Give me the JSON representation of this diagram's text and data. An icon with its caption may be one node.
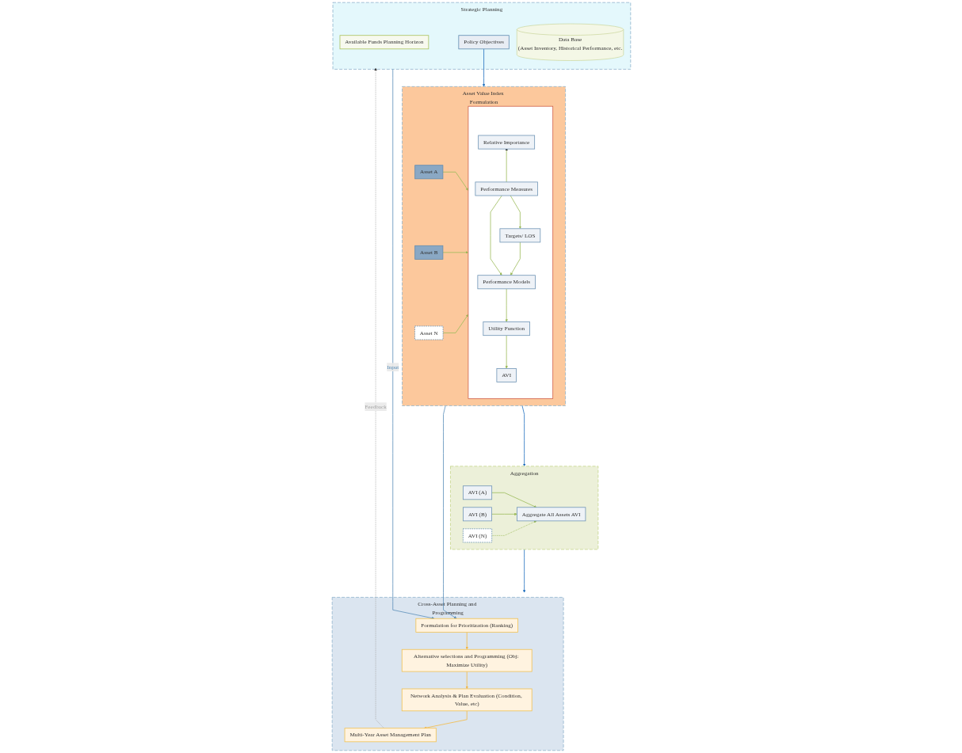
{
  "diagram": {
    "nodes": [
      {
        "text": [
          "Strategic Planning"
        ]
      },
      {
        "text": [
          "Available Funds Planning Horizon"
        ],
        "in": 0
      },
      {
        "text": [
          "Policy Objectives"
        ],
        "in": 0
      },
      {
        "text": [
          "Data Base",
          "(Asset Inventory, Historical Performance, etc."
        ],
        "in": 0
      },
      {
        "text": [
          "Asset Value Index Formulation"
        ]
      },
      {
        "text": [
          "Asset A"
        ],
        "in": 4
      },
      {
        "text": [
          "Asset B"
        ],
        "in": 4
      },
      {
        "text": [
          "Asset N"
        ],
        "in": 4
      },
      {
        "text": [],
        "shape": "box",
        "in": 4
      },
      {
        "text": [
          "Relative Importance"
        ],
        "in": 8
      },
      {
        "text": [
          "Performance Measures"
        ],
        "in": 8
      },
      {
        "text": [
          "Targets/ LOS"
        ],
        "in": 8
      },
      {
        "text": [
          "Performance Models"
        ],
        "in": 8
      },
      {
        "text": [
          "Utility Function"
        ],
        "in": 8
      },
      {
        "text": [
          "AVI"
        ],
        "in": 8
      },
      {
        "text": [
          "Aggregation"
        ]
      },
      {
        "text": [
          "AVI (A)"
        ],
        "in": 15
      },
      {
        "text": [
          "AVI (B)"
        ],
        "in": 15
      },
      {
        "text": [
          "AVI (N)"
        ],
        "in": 15
      },
      {
        "text": [
          "Aggregate All Assets AVI"
        ],
        "in": 15
      },
      {
        "text": [
          "Cross-Asset Planning and Programming"
        ]
      },
      {
        "text": [
          "Formulation for Prioritization (Ranking)"
        ],
        "in": 20
      },
      {
        "text": [
          "Alternative selections and Programming (Obj: Maximize Utility)"
        ],
        "in": 20
      },
      {
        "text": [
          "Network Analysis & Plan Evaluation (Condition, Value, etc)"
        ],
        "in": 20
      },
      {
        "text": [
          "Multi-Year Asset Management Plan"
        ],
        "in": 20
      }
    ],
    "edges": [
      {
        "from": 2,
        "to": 4,
        "arrow": "to",
        "color": "#1f6fbf"
      },
      {
        "from": 5,
        "to": 8,
        "arrow": "to"
      },
      {
        "from": 6,
        "to": 8,
        "arrow": "to"
      },
      {
        "from": 7,
        "to": 8,
        "arrow": "to"
      },
      {
        "from": 10,
        "to": 9,
        "arrow": "to"
      },
      {
        "from": 10,
        "to": 11,
        "arrow": "to"
      },
      {
        "from": 10,
        "to": 12,
        "arrow": "to"
      },
      {
        "from": 11,
        "to": 12,
        "arrow": "to"
      },
      {
        "from": 12,
        "to": 13,
        "arrow": "to"
      },
      {
        "from": 13,
        "to": 14,
        "arrow": "to"
      },
      {
        "from": 4,
        "to": 15,
        "arrow": "to",
        "color": "#1f6fbf"
      },
      {
        "from": 16,
        "to": 19,
        "arrow": "to"
      },
      {
        "from": 17,
        "to": 19,
        "arrow": "to"
      },
      {
        "from": 18,
        "to": 19,
        "arrow": "to",
        "style": "dashed"
      },
      {
        "from": 15,
        "to": 20,
        "arrow": "to",
        "color": "#1f6fbf"
      },
      {
        "from": 21,
        "to": 22,
        "arrow": "to",
        "color": "#f5b942"
      },
      {
        "from": 22,
        "to": 23,
        "arrow": "to",
        "color": "#f5b942"
      },
      {
        "from": 23,
        "to": 24,
        "arrow": "to",
        "color": "#f5b942"
      },
      {
        "from": 0,
        "to": 21,
        "arrow": "to",
        "label": "Input",
        "color": "#5b8fb9"
      },
      {
        "from": 4,
        "to": 21,
        "arrow": "to",
        "color": "#5b8fb9"
      },
      {
        "from": 24,
        "to": 0,
        "arrow": "to",
        "label": "Feedback",
        "style": "dashed",
        "color": "#a6a6a6"
      }
    ]
  }
}
